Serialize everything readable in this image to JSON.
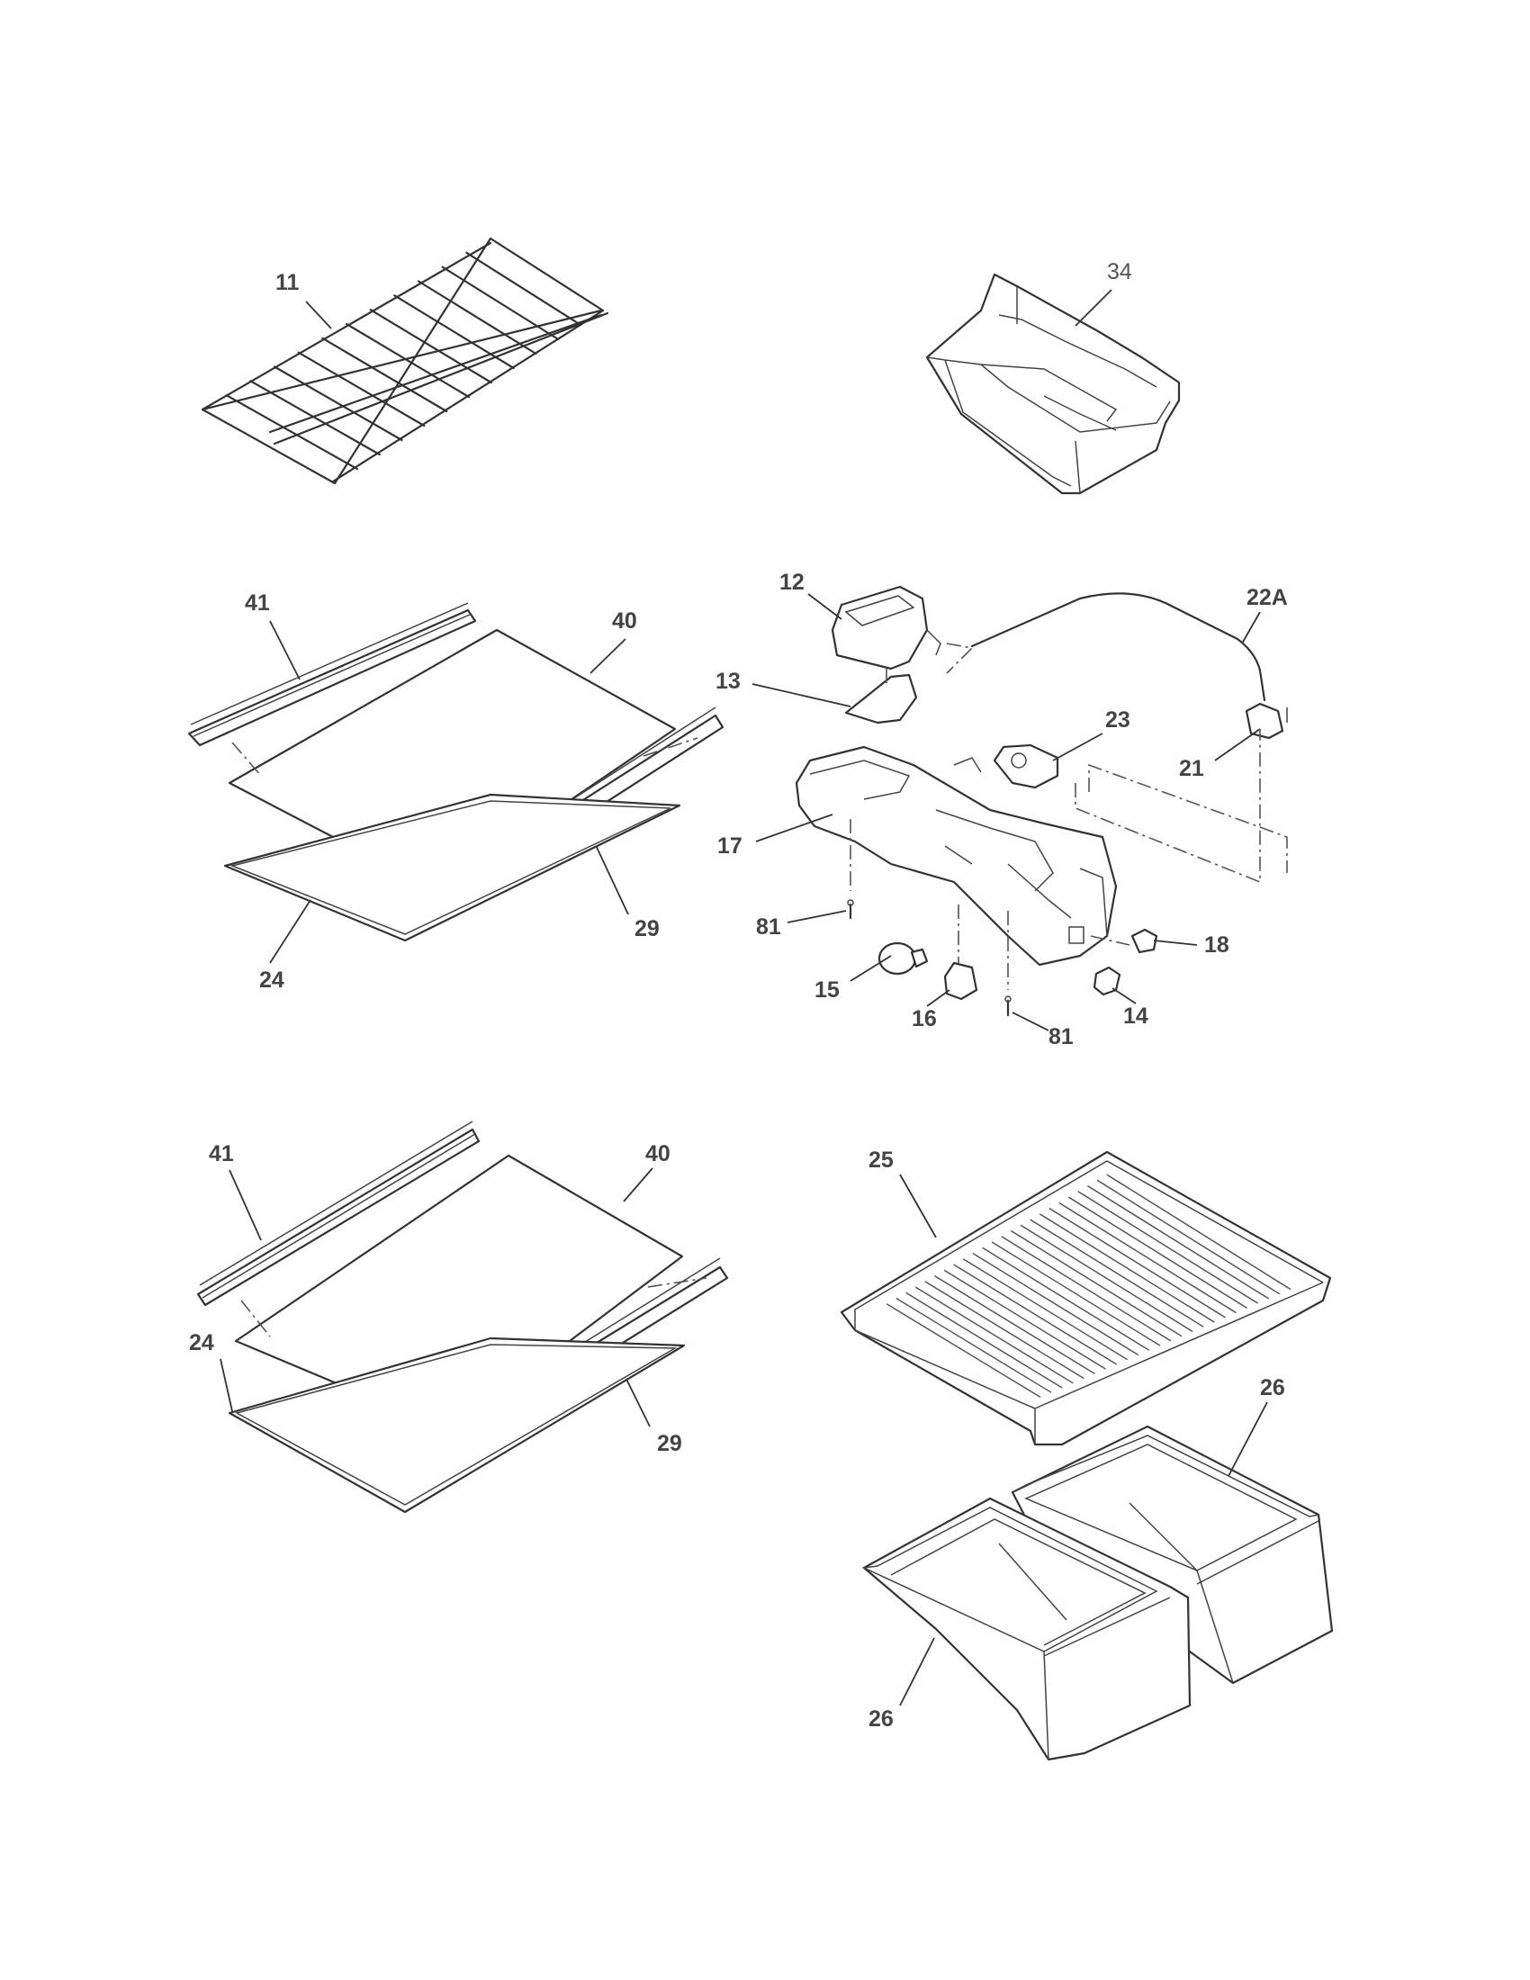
{
  "callouts": {
    "c11": "11",
    "c34": "34",
    "c12": "12",
    "c22a": "22A",
    "c41a": "41",
    "c40a": "40",
    "c13": "13",
    "c23": "23",
    "c21": "21",
    "c17": "17",
    "c29a": "29",
    "c81a": "81",
    "c18": "18",
    "c24a": "24",
    "c15": "15",
    "c16": "16",
    "c81b": "81",
    "c14": "14",
    "c25": "25",
    "c41b": "41",
    "c40b": "40",
    "c24b": "24",
    "c26a": "26",
    "c29b": "29",
    "c26b": "26"
  }
}
